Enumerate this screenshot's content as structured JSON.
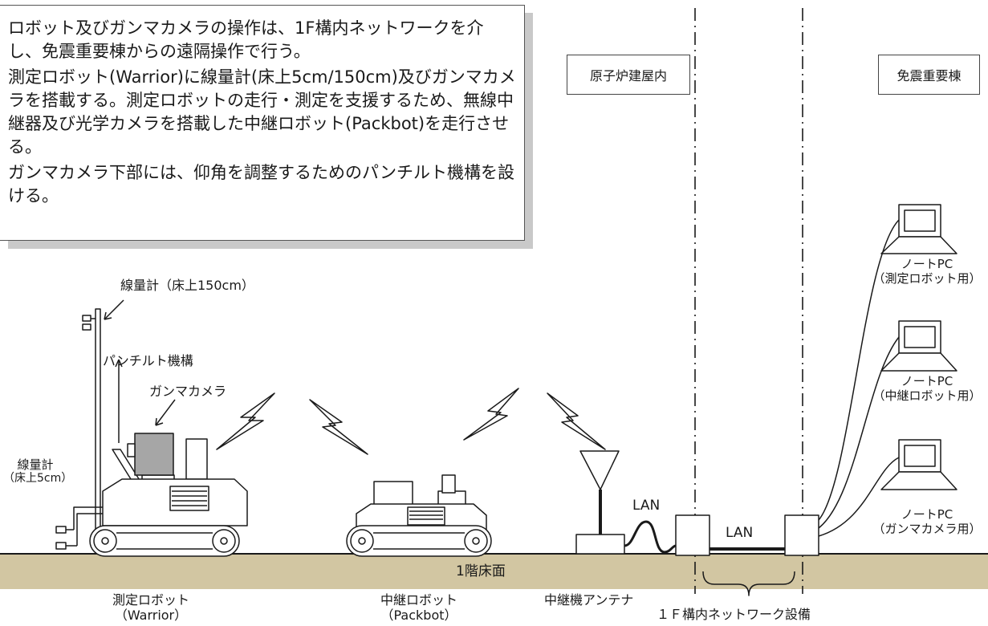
{
  "info_box": {
    "paragraphs": [
      "ロボット及びガンマカメラの操作は、1F構内ネットワークを介し、免震重要棟からの遠隔操作で行う。",
      "測定ロボット(Warrior)に線量計(床上5cm/150cm)及びガンマカメラを搭載する。測定ロボットの走行・測定を支援するため、無線中継器及び光学カメラを搭載した中継ロボット(Packbot)を走行させる。",
      "ガンマカメラ下部には、仰角を調整するためのパンチルト機構を設ける。"
    ]
  },
  "buildings": {
    "reactor": "原子炉建屋内",
    "seismic": "免震重要棟"
  },
  "labels": {
    "dosimeter_150": "線量計（床上150cm）",
    "pan_tilt": "パンチルト機構",
    "gamma_camera": "ガンマカメラ",
    "dosimeter_5_line1": "線量計",
    "dosimeter_5_line2": "（床上5cm）",
    "lan_1": "LAN",
    "lan_2": "LAN",
    "floor": "1階床面",
    "measure_robot_line1": "測定ロボット",
    "measure_robot_line2": "（Warrior）",
    "relay_robot_line1": "中継ロボット",
    "relay_robot_line2": "（Packbot）",
    "antenna": "中継機アンテナ",
    "network": "１Ｆ構内ネットワーク設備"
  },
  "pcs": [
    {
      "line1": "ノートPC",
      "line2": "（測定ロボット用）"
    },
    {
      "line1": "ノートPC",
      "line2": "（中継ロボット用）"
    },
    {
      "line1": "ノートPC",
      "line2": "（ガンマカメラ用）"
    }
  ],
  "colors": {
    "floor": "#d2c6a2",
    "camera": "#a6a6a6",
    "line": "#1a1a1a"
  }
}
